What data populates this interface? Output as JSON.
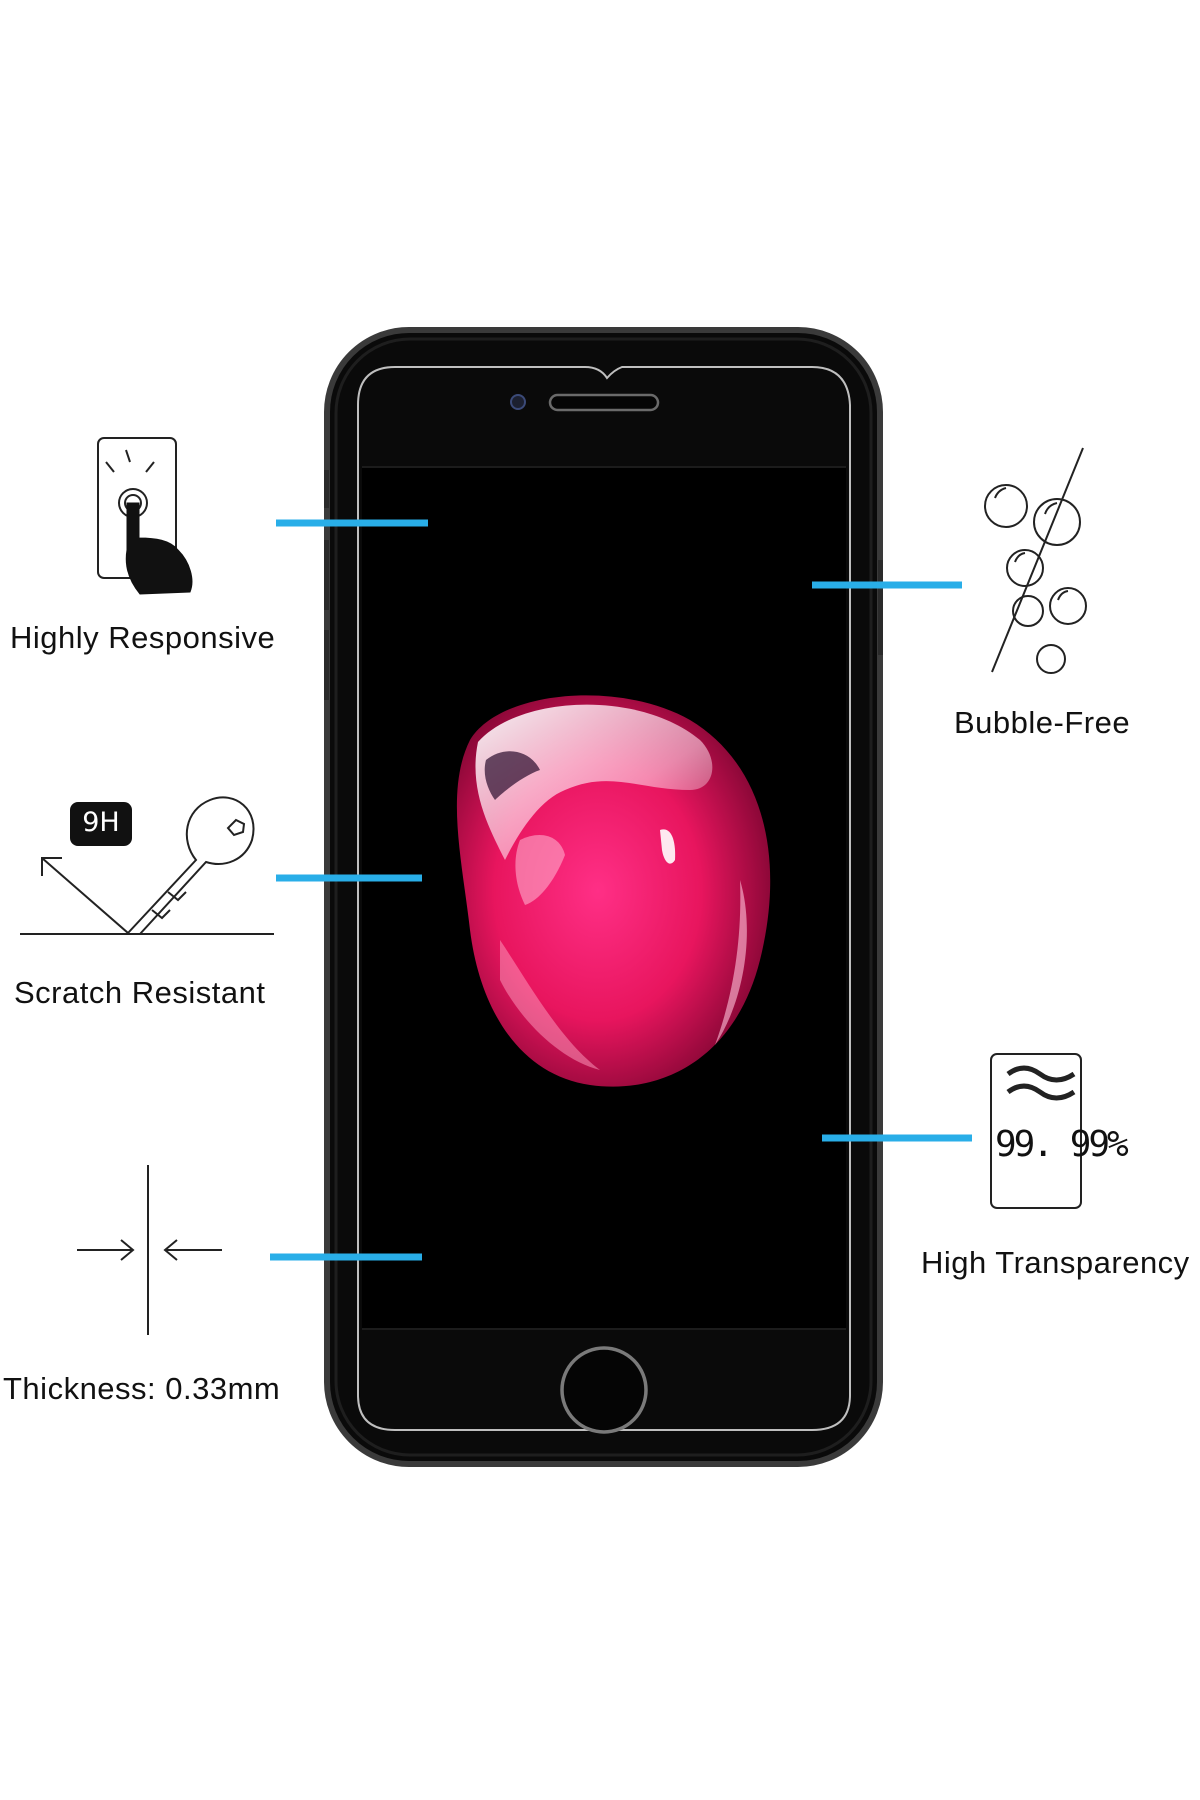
{
  "features": {
    "responsive": {
      "label": "Highly Responsive",
      "icon": "touch-screen-icon"
    },
    "scratch": {
      "label": "Scratch Resistant",
      "icon": "key-scratch-icon",
      "badge": "9H"
    },
    "thickness": {
      "label": "Thickness: 0.33mm",
      "icon": "thickness-arrows-icon"
    },
    "bubble": {
      "label": "Bubble-Free",
      "icon": "bubbles-icon"
    },
    "transparency": {
      "label": "High Transparency",
      "icon": "transparency-card-icon",
      "value": "99. 99%"
    }
  },
  "colors": {
    "pointer": "#29aee8",
    "phone_body": "#0a0a0a",
    "phone_edge": "#3a3a3a",
    "logo_pink": "#e8155e"
  }
}
